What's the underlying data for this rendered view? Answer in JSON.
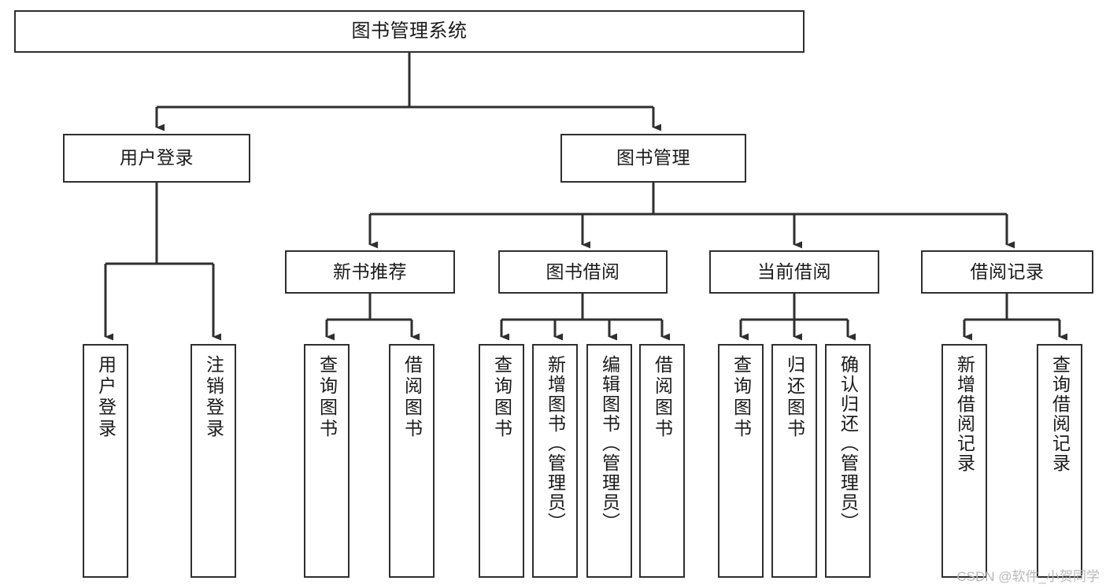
{
  "diagram": {
    "title": "图书管理系统",
    "type": "tree-hierarchy-chart",
    "root": {
      "id": "root",
      "label": "图书管理系统"
    },
    "level2": [
      {
        "id": "user-login",
        "label": "用户登录"
      },
      {
        "id": "book-management",
        "label": "图书管理"
      }
    ],
    "level3": [
      {
        "id": "new-book-recommend",
        "label": "新书推荐"
      },
      {
        "id": "book-borrow",
        "label": "图书借阅"
      },
      {
        "id": "current-borrow",
        "label": "当前借阅"
      },
      {
        "id": "borrow-record",
        "label": "借阅记录"
      }
    ],
    "leaves": {
      "user_login": [
        {
          "id": "leaf-user-login",
          "label": "用户登录"
        },
        {
          "id": "leaf-logout-login",
          "label": "注销登录"
        }
      ],
      "new_book_recommend": [
        {
          "id": "leaf-query-book-1",
          "label": "查询图书"
        },
        {
          "id": "leaf-borrow-book-1",
          "label": "借阅图书"
        }
      ],
      "book_borrow": [
        {
          "id": "leaf-query-book-2",
          "label": "查询图书"
        },
        {
          "id": "leaf-add-book",
          "label": "新增图书（管理员）"
        },
        {
          "id": "leaf-edit-book",
          "label": "编辑图书（管理员）"
        },
        {
          "id": "leaf-borrow-book-2",
          "label": "借阅图书"
        }
      ],
      "current_borrow": [
        {
          "id": "leaf-query-book-3",
          "label": "查询图书"
        },
        {
          "id": "leaf-return-book",
          "label": "归还图书"
        },
        {
          "id": "leaf-confirm-return",
          "label": "确认归还（管理员）"
        }
      ],
      "borrow_record": [
        {
          "id": "leaf-add-record",
          "label": "新增借阅记录"
        },
        {
          "id": "leaf-query-record",
          "label": "查询借阅记录"
        }
      ]
    }
  },
  "watermark": {
    "text": "CSDN @软件_小贺同学"
  },
  "colors": {
    "stroke": "#2f2f2f",
    "box_fill": "#ffffff",
    "text": "#1a1a1a",
    "watermark": "#b9b9b9",
    "background": "#ffffff"
  }
}
